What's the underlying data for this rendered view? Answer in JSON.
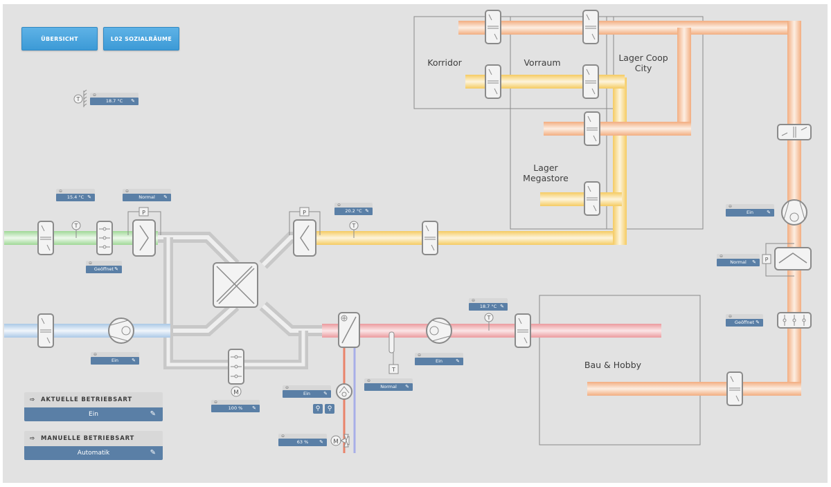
{
  "nav": {
    "overview_label": "ÜBERSICHT",
    "rooms_label": "L02 SOZIALRÄUME"
  },
  "colors": {
    "background": "#e2e2e2",
    "nav_button": "#4aa6de",
    "value_box": "#5a7fa6",
    "outside_air": "#a8dca0",
    "exhaust_air": "#b9d3ea",
    "supply_air": "#f6cf72",
    "extract_air": "#f4b388",
    "heated_air": "#eca0a4",
    "neutral_duct": "#d2d2d2"
  },
  "rooms": {
    "korridor": "Korridor",
    "vorraum": "Vorraum",
    "lager_coop_city": "Lager Coop\nCity",
    "lager_megastore": "Lager\nMegastore",
    "bau_hobby": "Bau & Hobby"
  },
  "widgets": {
    "outside_temp": {
      "value": "18.7 °C"
    },
    "intake_temp": {
      "value": "15.4 °C"
    },
    "intake_filter": {
      "value": "Normal"
    },
    "intake_damper": {
      "value": "Geöffnet"
    },
    "supply_temp": {
      "value": "20.2 °C"
    },
    "exhaust_fan": {
      "value": "Ein"
    },
    "bypass_damper": {
      "value": "100 %"
    },
    "heater_pump": {
      "value": "Ein"
    },
    "heater_valve": {
      "value": "63 %"
    },
    "frost_thermostat": {
      "value": "Normal"
    },
    "supply_fan": {
      "value": "Ein"
    },
    "supply_after_temp": {
      "value": "18.7 °C"
    },
    "extract_fan": {
      "value": "Ein"
    },
    "extract_filter": {
      "value": "Normal"
    },
    "extract_damper": {
      "value": "Geöffnet"
    }
  },
  "modes": {
    "current": {
      "label": "AKTUELLE BETRIEBSART",
      "value": "Ein"
    },
    "manual": {
      "label": "MANUELLE BETRIEBSART",
      "value": "Automatik"
    }
  },
  "icons": {
    "pen": "✎",
    "zoom": "🔍",
    "mode": "⇨"
  }
}
